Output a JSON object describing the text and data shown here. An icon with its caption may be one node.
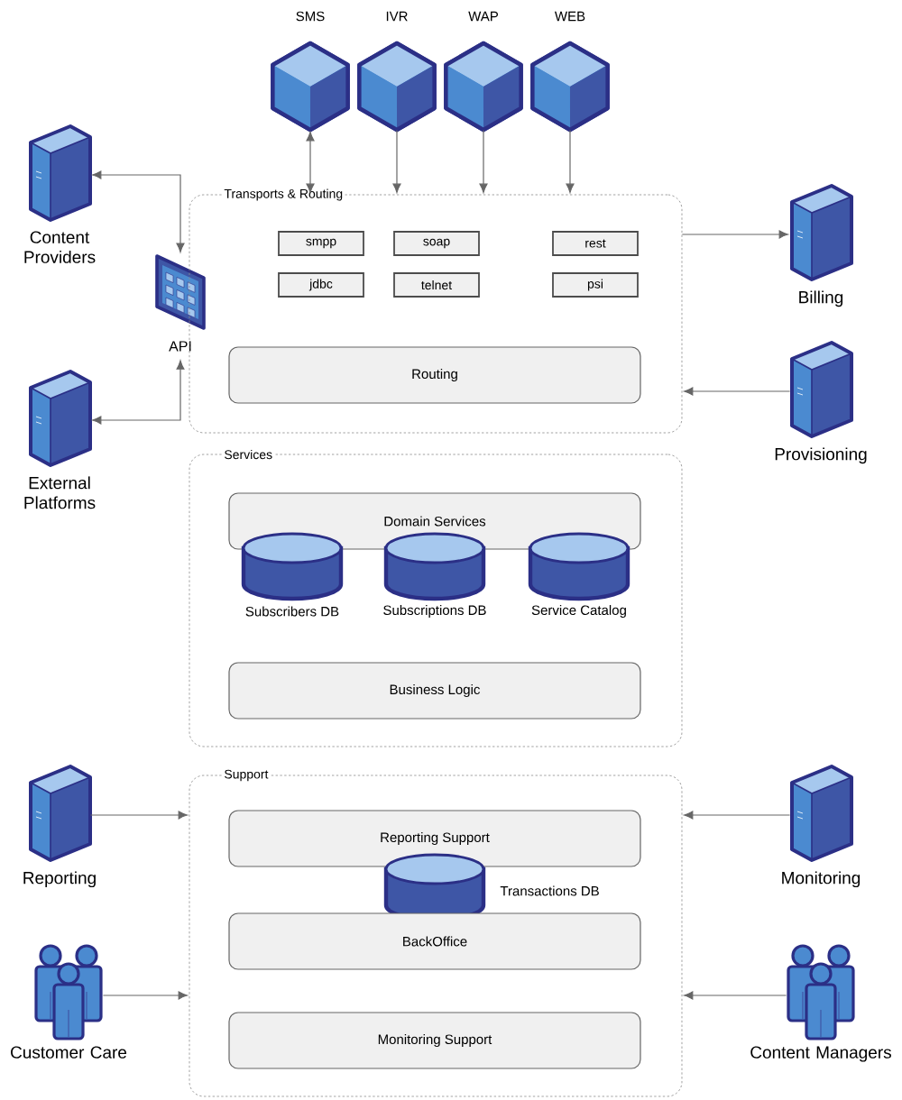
{
  "diagram": {
    "nodes": [
      {
        "text": [
          "SMS"
        ]
      },
      {
        "text": [
          "IVR"
        ]
      },
      {
        "text": [
          "WAP"
        ]
      },
      {
        "text": [
          "WEB"
        ]
      },
      {
        "text": [
          "Content Providers"
        ]
      },
      {
        "text": [
          "API"
        ]
      },
      {
        "text": [
          "External Platforms"
        ]
      },
      {
        "text": [
          "Transports & Routing"
        ]
      },
      {
        "text": [
          "smpp"
        ],
        "in": 7
      },
      {
        "text": [
          "soap"
        ],
        "in": 7
      },
      {
        "text": [
          "rest"
        ],
        "in": 7
      },
      {
        "text": [
          "jdbc"
        ],
        "in": 7
      },
      {
        "text": [
          "telnet"
        ],
        "in": 7
      },
      {
        "text": [
          "psi"
        ],
        "in": 7
      },
      {
        "text": [
          "Routing"
        ],
        "in": 7
      },
      {
        "text": [
          "Billing"
        ]
      },
      {
        "text": [
          "Provisioning"
        ]
      },
      {
        "text": [
          "Services"
        ]
      },
      {
        "text": [
          "Domain Services"
        ],
        "in": 17
      },
      {
        "text": [
          "Subscribers DB"
        ],
        "in": 17
      },
      {
        "text": [
          "Subscriptions DB"
        ],
        "in": 17
      },
      {
        "text": [
          "Service Catalog"
        ],
        "in": 17
      },
      {
        "text": [
          "Business Logic"
        ],
        "in": 17
      },
      {
        "text": [
          "Reporting"
        ]
      },
      {
        "text": [
          "Customer Care"
        ]
      },
      {
        "text": [
          "Support"
        ]
      },
      {
        "text": [
          "Reporting Support"
        ],
        "in": 25
      },
      {
        "text": [
          "Transactions DB"
        ],
        "in": 25
      },
      {
        "text": [
          "BackOffice"
        ],
        "in": 25
      },
      {
        "text": [
          "Monitoring Support"
        ],
        "in": 25
      },
      {
        "text": [
          "Monitoring"
        ]
      },
      {
        "text": [
          "Content Managers"
        ]
      }
    ],
    "edges": [
      {
        "from": 0,
        "to": 7,
        "arrow": "both"
      },
      {
        "from": 1,
        "to": 7,
        "arrow": "to"
      },
      {
        "from": 2,
        "to": 7,
        "arrow": "to"
      },
      {
        "from": 3,
        "to": 7,
        "arrow": "to"
      },
      {
        "from": 5,
        "to": 4,
        "arrow": "both"
      },
      {
        "from": 5,
        "to": 6,
        "arrow": "both"
      },
      {
        "from": 7,
        "to": 15,
        "arrow": "to"
      },
      {
        "from": 16,
        "to": 7,
        "arrow": "to"
      },
      {
        "from": 23,
        "to": 25,
        "arrow": "to"
      },
      {
        "from": 24,
        "to": 25,
        "arrow": "to"
      },
      {
        "from": 30,
        "to": 25,
        "arrow": "to"
      },
      {
        "from": 31,
        "to": 25,
        "arrow": "to"
      }
    ]
  }
}
